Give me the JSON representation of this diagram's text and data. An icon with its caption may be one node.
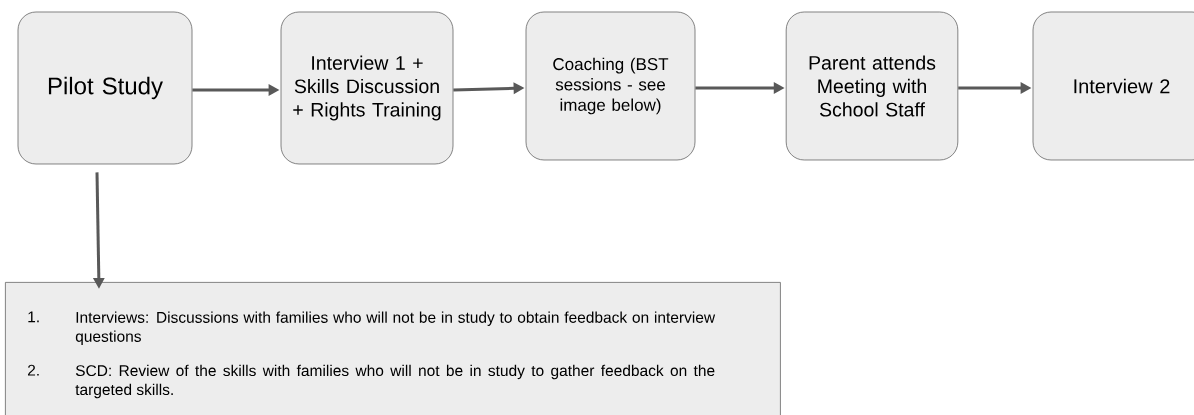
{
  "diagram": {
    "nodes": [
      {
        "text": [
          "Pilot Study"
        ]
      },
      {
        "text": [
          "Interview 1 + Skills Discussion + Rights Training"
        ]
      },
      {
        "text": [
          "Coaching (BST sessions - see image below)"
        ]
      },
      {
        "text": [
          "Parent attends Meeting with School Staff"
        ]
      },
      {
        "text": [
          "Interview 2"
        ]
      },
      {
        "text": [
          "1.",
          "Interviews: Discussions with families who will not be in study to obtain feedback on interview questions",
          "2.",
          "SCD: Review of the skills with families who will not be in study to gather feedback on the targeted skills."
        ]
      }
    ],
    "edges": [
      {
        "from": 0,
        "to": 1,
        "arrow": "to"
      },
      {
        "from": 1,
        "to": 2,
        "arrow": "to"
      },
      {
        "from": 2,
        "to": 3,
        "arrow": "to"
      },
      {
        "from": 3,
        "to": 4,
        "arrow": "to"
      },
      {
        "from": 0,
        "to": 5,
        "arrow": "to"
      }
    ]
  }
}
